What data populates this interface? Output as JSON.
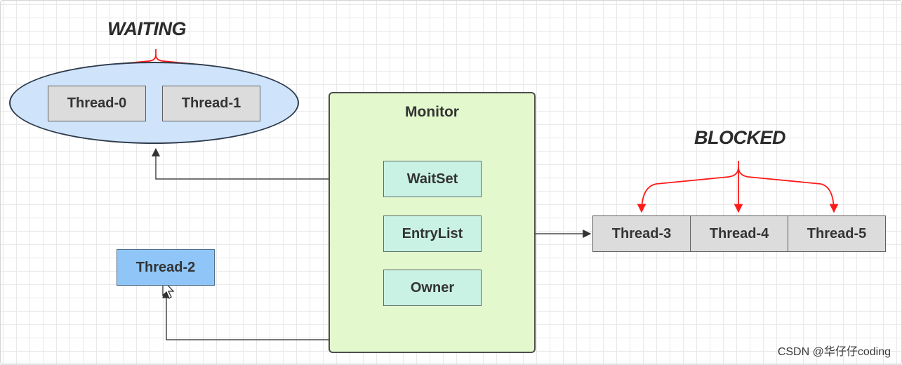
{
  "states": {
    "waiting": "WAITING",
    "blocked": "BLOCKED"
  },
  "waiting_threads": [
    "Thread-0",
    "Thread-1"
  ],
  "blocked_threads": [
    "Thread-3",
    "Thread-4",
    "Thread-5"
  ],
  "owner_thread": "Thread-2",
  "monitor": {
    "title": "Monitor",
    "fields": [
      "WaitSet",
      "EntryList",
      "Owner"
    ]
  },
  "watermark": "CSDN @华仔仔coding",
  "colors": {
    "red_arrow": "#ff1a1a",
    "line": "#333333",
    "waiting_fill": "#cfe4fb",
    "monitor_fill": "#e3f8cc",
    "field_fill": "#c9f2e4",
    "thread_fill": "#dcdcdc",
    "owner_thread_fill": "#8fc6f7"
  }
}
